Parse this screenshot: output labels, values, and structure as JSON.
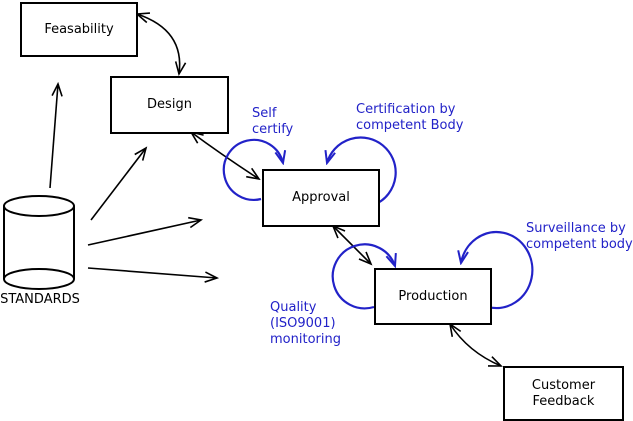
{
  "boxes": {
    "feasability": {
      "label": "Feasability"
    },
    "design": {
      "label": "Design"
    },
    "approval": {
      "label": "Approval"
    },
    "production": {
      "label": "Production"
    },
    "customer_feedback": {
      "lines": [
        "Customer",
        "Feedback"
      ]
    }
  },
  "datastore": {
    "label": "STANDARDS"
  },
  "annotations": {
    "self_certify": {
      "lines": [
        "Self",
        "certify"
      ]
    },
    "certification": {
      "lines": [
        "Certification by",
        "competent Body"
      ]
    },
    "surveillance": {
      "lines": [
        "Surveillance by",
        "competent body"
      ]
    },
    "quality": {
      "lines": [
        "Quality",
        "(ISO9001)",
        "monitoring"
      ]
    }
  },
  "colors": {
    "annotation_blue": "#2222c8",
    "line_black": "#000000",
    "background": "#ffffff"
  }
}
